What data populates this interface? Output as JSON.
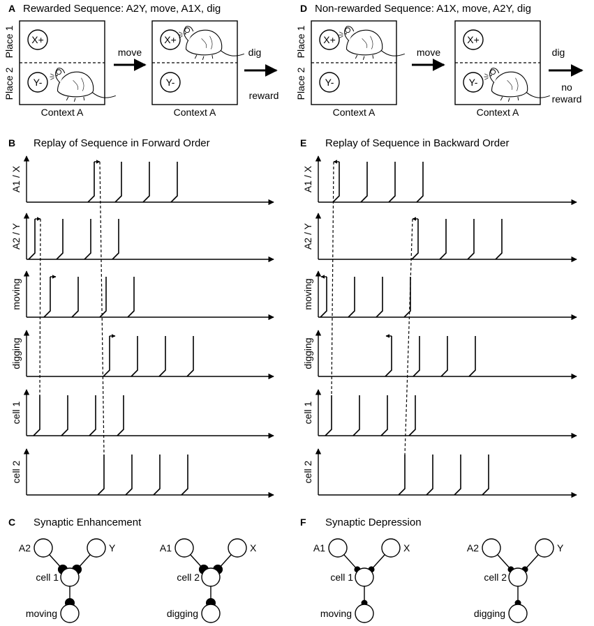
{
  "colors": {
    "ink": "#000000",
    "background": "#ffffff"
  },
  "panelA": {
    "letter": "A",
    "title": "Rewarded Sequence: A2Y, move, A1X, dig",
    "place1": "Place 1",
    "place2": "Place 2",
    "context": "Context A",
    "cueTop": "X+",
    "cueBottom": "Y-",
    "moveLabel": "move",
    "digLabel": "dig",
    "outcome": "reward"
  },
  "panelD": {
    "letter": "D",
    "title": "Non-rewarded Sequence: A1X, move, A2Y, dig",
    "place1": "Place 1",
    "place2": "Place 2",
    "context": "Context A",
    "cueTop": "X+",
    "cueBottom": "Y-",
    "moveLabel": "move",
    "digLabel": "dig",
    "outcome1": "no",
    "outcome2": "reward"
  },
  "panelB": {
    "letter": "B",
    "title": "Replay of Sequence in Forward Order",
    "rows": [
      "A1 / X",
      "A2 / Y",
      "moving",
      "digging",
      "cell 1",
      "cell 2"
    ],
    "spikes": [
      [
        0.97,
        1.36,
        1.76,
        2.16
      ],
      [
        0.12,
        0.52,
        0.92,
        1.32
      ],
      [
        0.34,
        0.74,
        1.14,
        1.54
      ],
      [
        1.19,
        1.59,
        1.99,
        2.39
      ],
      [
        0.19,
        0.59,
        0.99,
        1.39
      ],
      [
        1.11,
        1.51,
        1.91,
        2.31
      ]
    ]
  },
  "panelE": {
    "letter": "E",
    "title": "Replay of Sequence in Backward Order",
    "rows": [
      "A1 / X",
      "A2 / Y",
      "moving",
      "digging",
      "cell 1",
      "cell 2"
    ],
    "spikes": [
      [
        0.3,
        0.7,
        1.1,
        1.5
      ],
      [
        1.43,
        1.83,
        2.23,
        2.63
      ],
      [
        0.12,
        0.52,
        0.92,
        1.32
      ],
      [
        1.05,
        1.45,
        1.85,
        2.25
      ],
      [
        0.19,
        0.59,
        0.99,
        1.39
      ],
      [
        1.24,
        1.64,
        2.04,
        2.44
      ]
    ]
  },
  "panelC": {
    "letter": "C",
    "title": "Synaptic Enhancement",
    "left": {
      "pre1": "A2",
      "pre2": "Y",
      "post": "cell 1",
      "bottom": "moving"
    },
    "right": {
      "pre1": "A1",
      "pre2": "X",
      "post": "cell 2",
      "bottom": "digging"
    }
  },
  "panelF": {
    "letter": "F",
    "title": "Synaptic Depression",
    "left": {
      "pre1": "A1",
      "pre2": "X",
      "post": "cell 1",
      "bottom": "moving"
    },
    "right": {
      "pre1": "A2",
      "pre2": "Y",
      "post": "cell 2",
      "bottom": "digging"
    }
  }
}
